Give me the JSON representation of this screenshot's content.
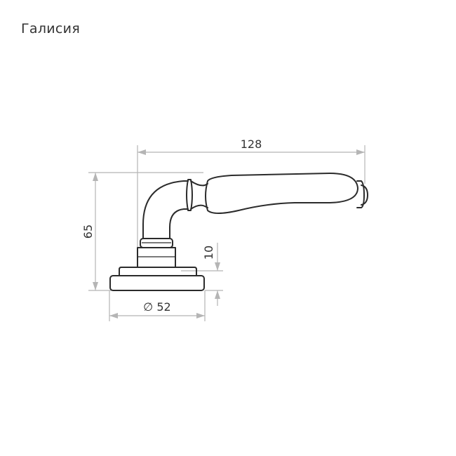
{
  "title": "Галисия",
  "dimensions": {
    "length": "128",
    "height": "65",
    "rosette_height": "10",
    "rosette_diameter": "∅ 52"
  }
}
